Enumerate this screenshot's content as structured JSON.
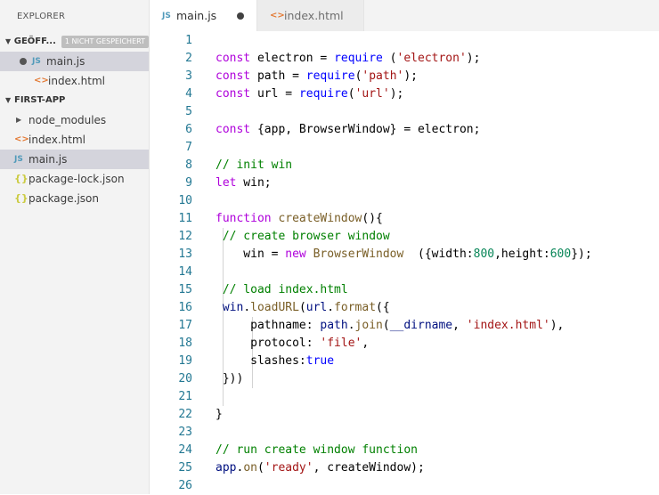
{
  "sidebar": {
    "title": "EXPLORER",
    "open_editors": {
      "label": "GEÖFF...",
      "badge": "1 NICHT GESPEICHERT",
      "files": [
        {
          "name": "main.js",
          "icon": "js-file-icon",
          "dirty": true
        },
        {
          "name": "index.html",
          "icon": "html-file-icon",
          "dirty": false
        }
      ]
    },
    "project": {
      "label": "FIRST-APP",
      "items": [
        {
          "name": "node_modules",
          "type": "folder"
        },
        {
          "name": "index.html",
          "type": "html"
        },
        {
          "name": "main.js",
          "type": "js",
          "selected": true
        },
        {
          "name": "package-lock.json",
          "type": "json"
        },
        {
          "name": "package.json",
          "type": "json"
        }
      ]
    }
  },
  "tabs": [
    {
      "label": "main.js",
      "icon_text": "JS",
      "active": true,
      "dirty": true
    },
    {
      "label": "index.html",
      "icon_text": "<>",
      "active": false,
      "dirty": false
    }
  ],
  "icons": {
    "js_text": "JS",
    "html_text": "<>",
    "json_text": "{}"
  },
  "editor": {
    "lines": [
      {
        "n": "1",
        "tokens": []
      },
      {
        "n": "2",
        "tokens": [
          [
            "kw2",
            "const"
          ],
          [
            "t",
            " electron = "
          ],
          [
            "kw",
            "require"
          ],
          [
            "t",
            " ("
          ],
          [
            "str",
            "'electron'"
          ],
          [
            "t",
            ");"
          ]
        ]
      },
      {
        "n": "3",
        "tokens": [
          [
            "kw2",
            "const"
          ],
          [
            "t",
            " path = "
          ],
          [
            "kw",
            "require"
          ],
          [
            "t",
            "("
          ],
          [
            "str",
            "'path'"
          ],
          [
            "t",
            ");"
          ]
        ]
      },
      {
        "n": "4",
        "tokens": [
          [
            "kw2",
            "const"
          ],
          [
            "t",
            " url = "
          ],
          [
            "kw",
            "require"
          ],
          [
            "t",
            "("
          ],
          [
            "str",
            "'url'"
          ],
          [
            "t",
            ");"
          ]
        ]
      },
      {
        "n": "5",
        "tokens": []
      },
      {
        "n": "6",
        "tokens": [
          [
            "kw2",
            "const"
          ],
          [
            "t",
            " {app, BrowserWindow} = electron;"
          ]
        ]
      },
      {
        "n": "7",
        "tokens": []
      },
      {
        "n": "8",
        "tokens": [
          [
            "com",
            "// init win"
          ]
        ]
      },
      {
        "n": "9",
        "tokens": [
          [
            "kw2",
            "let"
          ],
          [
            "t",
            " win;"
          ]
        ]
      },
      {
        "n": "10",
        "tokens": []
      },
      {
        "n": "11",
        "tokens": [
          [
            "kw2",
            "function"
          ],
          [
            "t",
            " "
          ],
          [
            "fn",
            "createWindow"
          ],
          [
            "t",
            "(){"
          ]
        ]
      },
      {
        "n": "12",
        "tokens": [
          [
            "t",
            " "
          ],
          [
            "com",
            "// create browser window"
          ]
        ]
      },
      {
        "n": "13",
        "tokens": [
          [
            "t",
            "    win = "
          ],
          [
            "kw2",
            "new"
          ],
          [
            "t",
            " "
          ],
          [
            "fn",
            "BrowserWindow"
          ],
          [
            "t",
            "  ({width:"
          ],
          [
            "num",
            "800"
          ],
          [
            "t",
            ",height:"
          ],
          [
            "num",
            "600"
          ],
          [
            "t",
            "});"
          ]
        ]
      },
      {
        "n": "14",
        "tokens": []
      },
      {
        "n": "15",
        "tokens": [
          [
            "t",
            " "
          ],
          [
            "com",
            "// load index.html"
          ]
        ]
      },
      {
        "n": "16",
        "tokens": [
          [
            "t",
            " "
          ],
          [
            "var",
            "win"
          ],
          [
            "t",
            "."
          ],
          [
            "fn",
            "loadURL"
          ],
          [
            "t",
            "("
          ],
          [
            "var",
            "url"
          ],
          [
            "t",
            "."
          ],
          [
            "fn",
            "format"
          ],
          [
            "t",
            "({"
          ]
        ]
      },
      {
        "n": "17",
        "tokens": [
          [
            "t",
            "     pathname: "
          ],
          [
            "var",
            "path"
          ],
          [
            "t",
            "."
          ],
          [
            "fn",
            "join"
          ],
          [
            "t",
            "("
          ],
          [
            "var",
            "__dirname"
          ],
          [
            "t",
            ", "
          ],
          [
            "str",
            "'index.html'"
          ],
          [
            "t",
            "),"
          ]
        ]
      },
      {
        "n": "18",
        "tokens": [
          [
            "t",
            "     protocol: "
          ],
          [
            "str",
            "'file'"
          ],
          [
            "t",
            ","
          ]
        ]
      },
      {
        "n": "19",
        "tokens": [
          [
            "t",
            "     slashes:"
          ],
          [
            "kw",
            "true"
          ]
        ]
      },
      {
        "n": "20",
        "tokens": [
          [
            "t",
            " }))"
          ]
        ]
      },
      {
        "n": "21",
        "tokens": []
      },
      {
        "n": "22",
        "tokens": [
          [
            "t",
            "}"
          ]
        ]
      },
      {
        "n": "23",
        "tokens": []
      },
      {
        "n": "24",
        "tokens": [
          [
            "com",
            "// run create window function"
          ]
        ]
      },
      {
        "n": "25",
        "tokens": [
          [
            "var",
            "app"
          ],
          [
            "t",
            "."
          ],
          [
            "fn",
            "on"
          ],
          [
            "t",
            "("
          ],
          [
            "str",
            "'ready'"
          ],
          [
            "t",
            ", createWindow);"
          ]
        ]
      },
      {
        "n": "26",
        "tokens": []
      }
    ]
  }
}
